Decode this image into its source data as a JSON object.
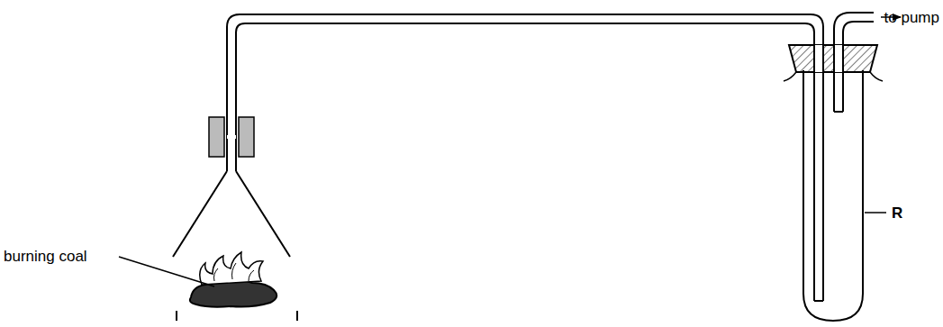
{
  "diagram": {
    "labels": [
      "burning coal",
      "to pump",
      "R"
    ]
  }
}
